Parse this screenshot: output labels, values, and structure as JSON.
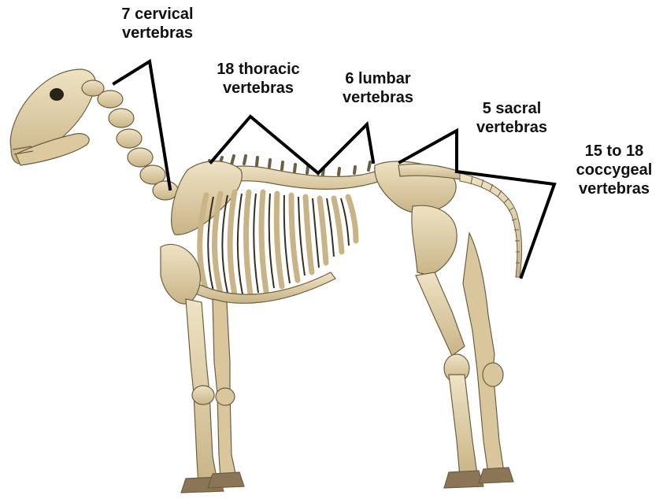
{
  "labels": {
    "cervical": {
      "line1": "7 cervical",
      "line2": "vertebras"
    },
    "thoracic": {
      "line1": "18 thoracic",
      "line2": "vertebras"
    },
    "lumbar": {
      "line1": "6 lumbar",
      "line2": "vertebras"
    },
    "sacral": {
      "line1": "5 sacral",
      "line2": "vertebras"
    },
    "coccygeal": {
      "line1": "15 to 18",
      "line2": "coccygeal",
      "line3": "vertebras"
    }
  },
  "colors": {
    "bone": "#e3d3ad",
    "bone_shade": "#b9a57a",
    "bone_dark": "#6e5f43",
    "bracket": "#000000",
    "background": "#ffffff"
  }
}
